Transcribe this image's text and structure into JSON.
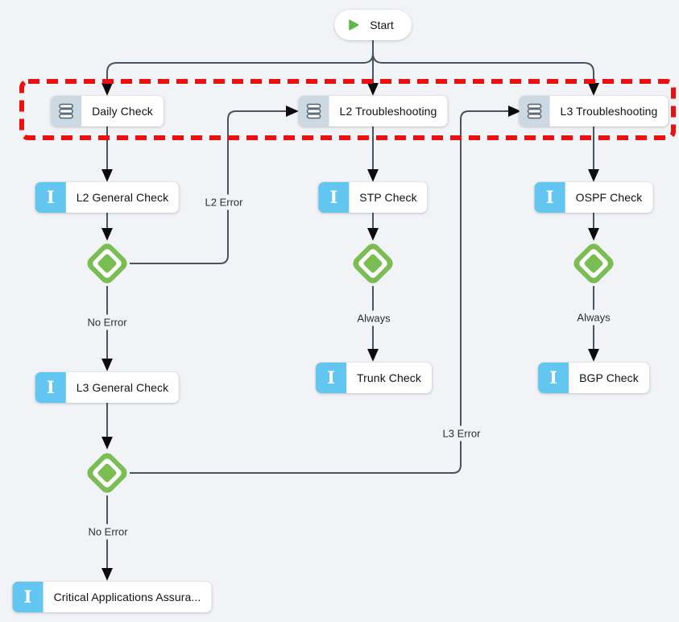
{
  "nodes": {
    "start": {
      "label": "Start",
      "icon": "play-icon",
      "type": "start"
    },
    "daily_check": {
      "label": "Daily Check",
      "icon": "stage-stack-icon",
      "type": "stage"
    },
    "l2_troubleshooting": {
      "label": "L2 Troubleshooting",
      "icon": "stage-stack-icon",
      "type": "stage"
    },
    "l3_troubleshooting": {
      "label": "L3 Troubleshooting",
      "icon": "stage-stack-icon",
      "type": "stage"
    },
    "l2_general_check": {
      "label": "L2 General Check",
      "icon": "task-i-icon",
      "type": "task"
    },
    "stp_check": {
      "label": "STP Check",
      "icon": "task-i-icon",
      "type": "task"
    },
    "ospf_check": {
      "label": "OSPF Check",
      "icon": "task-i-icon",
      "type": "task"
    },
    "l3_general_check": {
      "label": "L3 General Check",
      "icon": "task-i-icon",
      "type": "task"
    },
    "trunk_check": {
      "label": "Trunk Check",
      "icon": "task-i-icon",
      "type": "task"
    },
    "bgp_check": {
      "label": "BGP Check",
      "icon": "task-i-icon",
      "type": "task"
    },
    "critical_apps": {
      "label": "Critical Applications Assura...",
      "icon": "task-i-icon",
      "type": "task"
    }
  },
  "edge_labels": {
    "l2_error": "L2 Error",
    "no_error_1": "No Error",
    "always_stp": "Always",
    "always_ospf": "Always",
    "l3_error": "L3 Error",
    "no_error_2": "No Error"
  },
  "icons": {
    "task_glyph": "I"
  },
  "colors": {
    "background": "#f1f3f6",
    "edge": "#47545f",
    "arrowhead": "#0b0b0b",
    "highlight_red": "#ea1010",
    "task_icon_blue": "#63c6f1",
    "stage_icon_gray": "#cdd9e2",
    "diamond_green": "#79bd53",
    "play_green": "#5cb849",
    "node_background": "#ffffff"
  }
}
